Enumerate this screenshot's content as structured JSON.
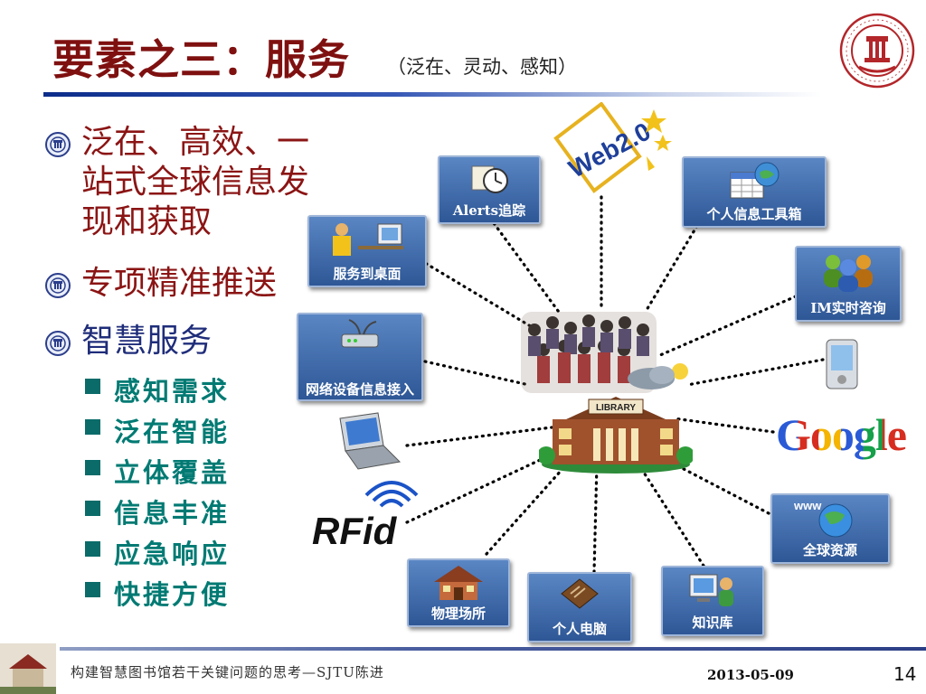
{
  "title": {
    "main": "要素之三：服务",
    "sub": "（泛在、灵动、感知）"
  },
  "bullets": [
    {
      "text": "泛在、高效、一站式全球信息发现和获取"
    },
    {
      "text": "专项精准推送"
    },
    {
      "text": "智慧服务"
    }
  ],
  "sub_bullets": [
    "感知需求",
    "泛在智能",
    "立体覆盖",
    "信息丰准",
    "应急响应",
    "快捷方便"
  ],
  "diagram": {
    "center_label": "LIBRARY",
    "nodes": {
      "alerts": "Alerts追踪",
      "toolbox": "个人信息工具箱",
      "desktop": "服务到桌面",
      "im": "IM实时咨询",
      "network": "网络设备信息接入",
      "global": "全球资源",
      "physical": "物理场所",
      "pc": "个人电脑",
      "knowledge": "知识库"
    },
    "web20_label": "Web2.0",
    "google_label": "Google",
    "rfid_label": "RFid",
    "www_label": "www"
  },
  "footer": {
    "text": "构建智慧图书馆若干关键问题的思考—SJTU陈进",
    "date": "2013-05-09",
    "page": "14"
  },
  "colors": {
    "title": "#7f1010",
    "bullet_red": "#8b1414",
    "bullet_blue": "#1f2d7a",
    "sub_teal": "#007a73",
    "node_blue": "#3a66a8"
  },
  "icons": [
    "sjtu-logo",
    "bullet-seal-icon",
    "square-bullet-icon",
    "alerts-clock-icon",
    "calendar-globe-icon",
    "desktop-person-icon",
    "im-people-icon",
    "pda-icon",
    "network-router-icon",
    "laptop-icon",
    "rfid-wave-icon",
    "globe-icon",
    "house-icon",
    "pc-book-icon",
    "knowledge-computer-icon",
    "crowd-icon",
    "cloud-sun-icon"
  ]
}
